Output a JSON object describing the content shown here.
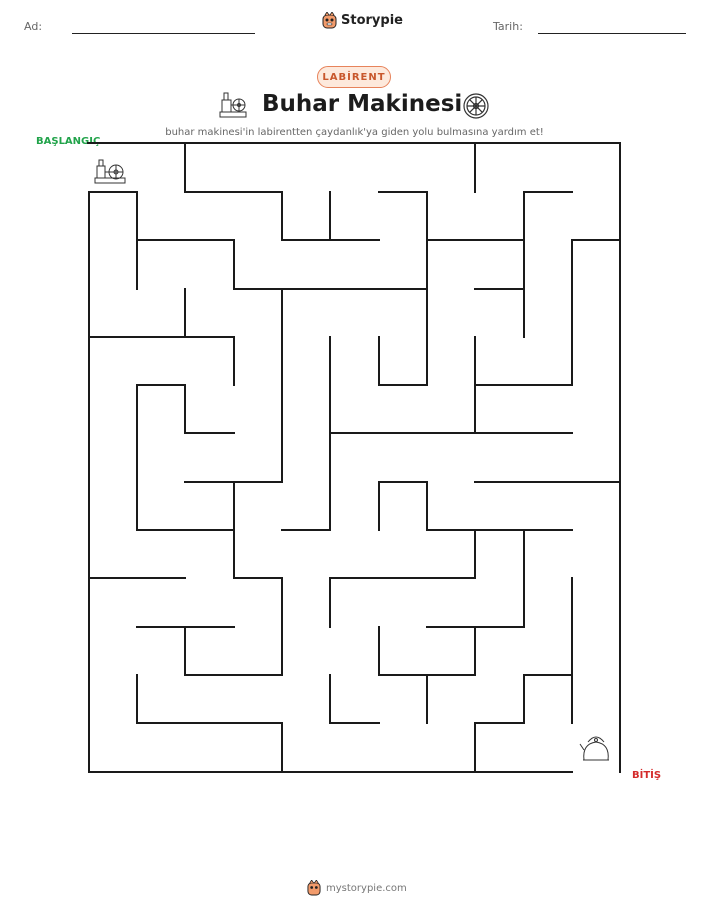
{
  "header": {
    "name_label": "Ad:",
    "date_label": "Tarih:",
    "brand": "Storypie"
  },
  "badge": "LABİRENT",
  "title": "Buhar Makinesi",
  "instruction": "buhar makinesi'in labirentten çaydanlık'ya giden yolu bulmasına yardım et!",
  "maze": {
    "start_label": "BAŞLANGIÇ",
    "end_label": "BİTİŞ",
    "wall_color": "#1a1a1a",
    "start_icon": "steam-engine-icon",
    "end_icon": "kettle-icon"
  },
  "footer": {
    "text": "mystorypie.com"
  },
  "colors": {
    "start": "#21a34a",
    "end": "#d42b2b",
    "badge_border": "#e7835b",
    "badge_fill": "#fde9dc"
  }
}
